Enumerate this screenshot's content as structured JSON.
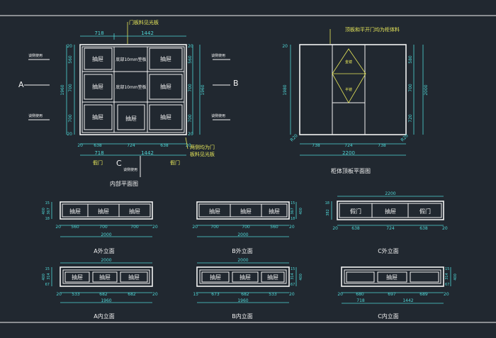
{
  "colors": {
    "background": "#212830",
    "line": "#f2f2f2",
    "dimension": "#4fd6d6",
    "annotation": "#e8e85a"
  },
  "labels": {
    "drawer": "抽屉",
    "pad_board": "底部10mm垫板",
    "door_panel_note": "门板料见光板",
    "side_door_note_1": "两侧均为门",
    "side_door_note_2": "板料见光板",
    "side_use": "谈侧使用",
    "mark_a": "A",
    "mark_b": "B",
    "mark_c": "C",
    "fake_door": "假门",
    "inner_plan_title": "内部平面图",
    "top_plan_note": "顶板和平开门均为柜体料",
    "top_plan_title": "柜体顶板平面图",
    "mirror": "金镜",
    "half_mirror": "半镜",
    "a_outer_title": "A外立面",
    "b_outer_title": "B外立面",
    "c_outer_title": "C外立面",
    "a_inner_title": "A内立面",
    "b_inner_title": "B内立面",
    "c_inner_title": "C内立面"
  },
  "dims": {
    "plan": {
      "top": [
        "718",
        "1442"
      ],
      "left": [
        "20",
        "560",
        "700",
        "700",
        "20"
      ],
      "left_total": "1960",
      "right": [
        "20",
        "560",
        "700",
        "700",
        "20"
      ],
      "right_total": "1960",
      "bottom_row": [
        "20",
        "638",
        "724",
        "638",
        "20"
      ],
      "bottom_total": [
        "718",
        "1442"
      ]
    },
    "top_plan": {
      "left_top": "20",
      "left_mid": "1980",
      "left_corner": "R20",
      "right": [
        "580",
        "700",
        "720"
      ],
      "right_total": "2000",
      "right_corner": "R20",
      "bottom_row": [
        "738",
        "724",
        "738"
      ],
      "bottom_total": "2200"
    },
    "a_outer": {
      "left": [
        "15",
        "367",
        "18"
      ],
      "left_total": "400",
      "bottom": [
        "20",
        "560",
        "700",
        "700",
        "20"
      ],
      "total": "2000"
    },
    "b_outer": {
      "right": [
        "15",
        "367",
        "18"
      ],
      "right_total": "400",
      "bottom": [
        "20",
        "700",
        "700",
        "560",
        "20"
      ],
      "total": "2000"
    },
    "c_outer": {
      "top": "2200",
      "left": [
        "18",
        "382"
      ],
      "bottom": [
        "20",
        "638",
        "724",
        "638",
        "20"
      ]
    },
    "a_inner": {
      "top": "2000",
      "left": [
        "15",
        "314",
        "67"
      ],
      "left_total": "400",
      "bottom": [
        "20",
        "533",
        "682",
        "682",
        "20"
      ],
      "total": "1960"
    },
    "b_inner": {
      "top": "2000",
      "right": [
        "15",
        "314",
        "67"
      ],
      "right_total": "400",
      "bottom": [
        "15",
        "673",
        "682",
        "533",
        "20"
      ],
      "total": "1960"
    },
    "c_inner": {
      "right": [
        "15",
        "314",
        "67"
      ],
      "right_total": "400",
      "bottom": [
        "20",
        "680",
        "697",
        "689",
        "20"
      ],
      "bottom_total": [
        "718",
        "1442"
      ]
    }
  }
}
